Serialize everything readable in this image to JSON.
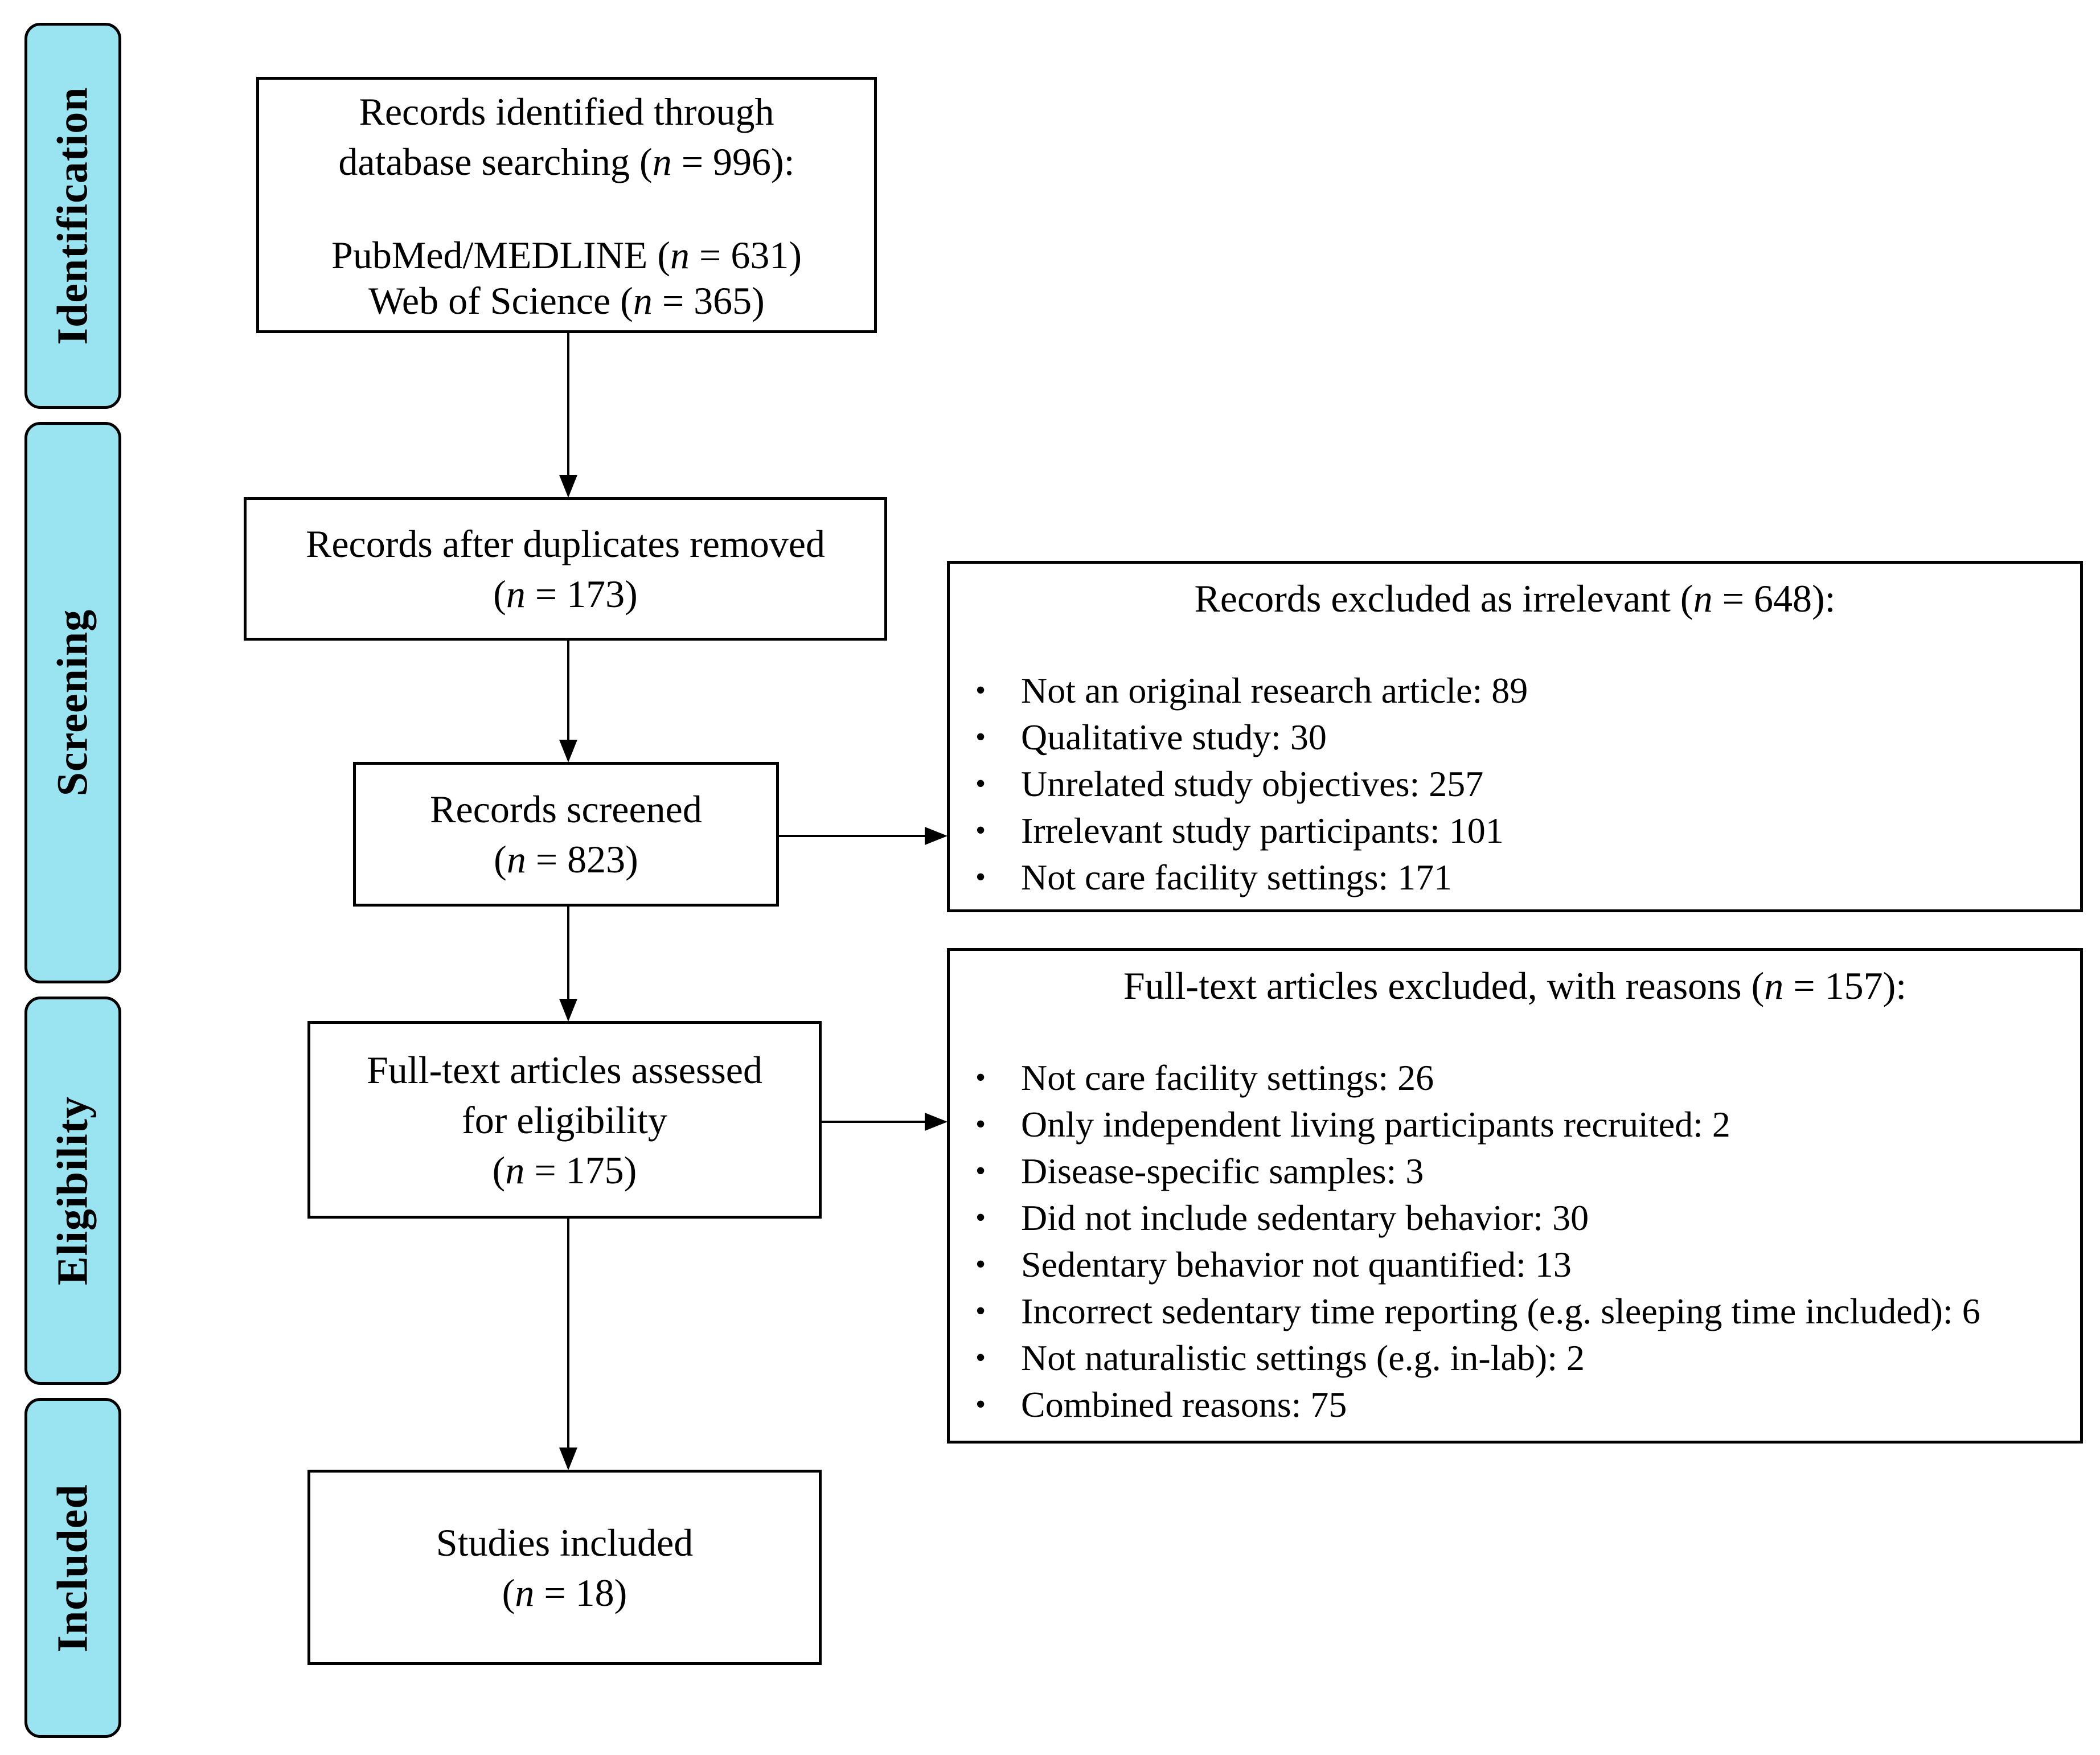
{
  "phases": {
    "identification": "Identification",
    "screening": "Screening",
    "eligibility": "Eligibility",
    "included": "Included"
  },
  "boxes": {
    "identified": {
      "line1": "Records identified through",
      "line2_pre": "database searching (",
      "n_symbol": "n",
      "line2_post": " = 996):",
      "source1_pre": "PubMed/MEDLINE (",
      "source1_post": " = 631)",
      "source2_pre": "Web of Science (",
      "source2_post": " = 365)"
    },
    "after_duplicates": {
      "line1": "Records after duplicates removed",
      "count_pre": "(",
      "count_post": " = 173)"
    },
    "screened": {
      "line1": "Records screened",
      "count_pre": "(",
      "count_post": " = 823)"
    },
    "fulltext": {
      "line1": "Full-text articles assessed",
      "line2": "for eligibility",
      "count_pre": "(",
      "count_post": " = 175)"
    },
    "included": {
      "line1": "Studies included",
      "count_pre": "(",
      "count_post": " = 18)"
    }
  },
  "excluded_irrelevant": {
    "title_pre": "Records excluded as irrelevant (",
    "title_post": " = 648):",
    "items": [
      "Not an original research article: 89",
      "Qualitative study: 30",
      "Unrelated study objectives: 257",
      "Irrelevant study participants: 101",
      "Not care facility settings: 171"
    ]
  },
  "excluded_fulltext": {
    "title_pre": "Full-text articles excluded, with reasons (",
    "title_post": " = 157):",
    "items": [
      "Not care facility settings: 26",
      "Only independent living participants recruited: 2",
      "Disease-specific samples: 3",
      "Did not include sedentary behavior: 30",
      "Sedentary behavior not quantified: 13",
      "Incorrect sedentary time reporting (e.g. sleeping time included): 6",
      "Not naturalistic settings (e.g. in-lab): 2",
      "Combined reasons: 75"
    ]
  },
  "colors": {
    "phase_fill": "#9ae4f2",
    "stroke": "#000000"
  }
}
